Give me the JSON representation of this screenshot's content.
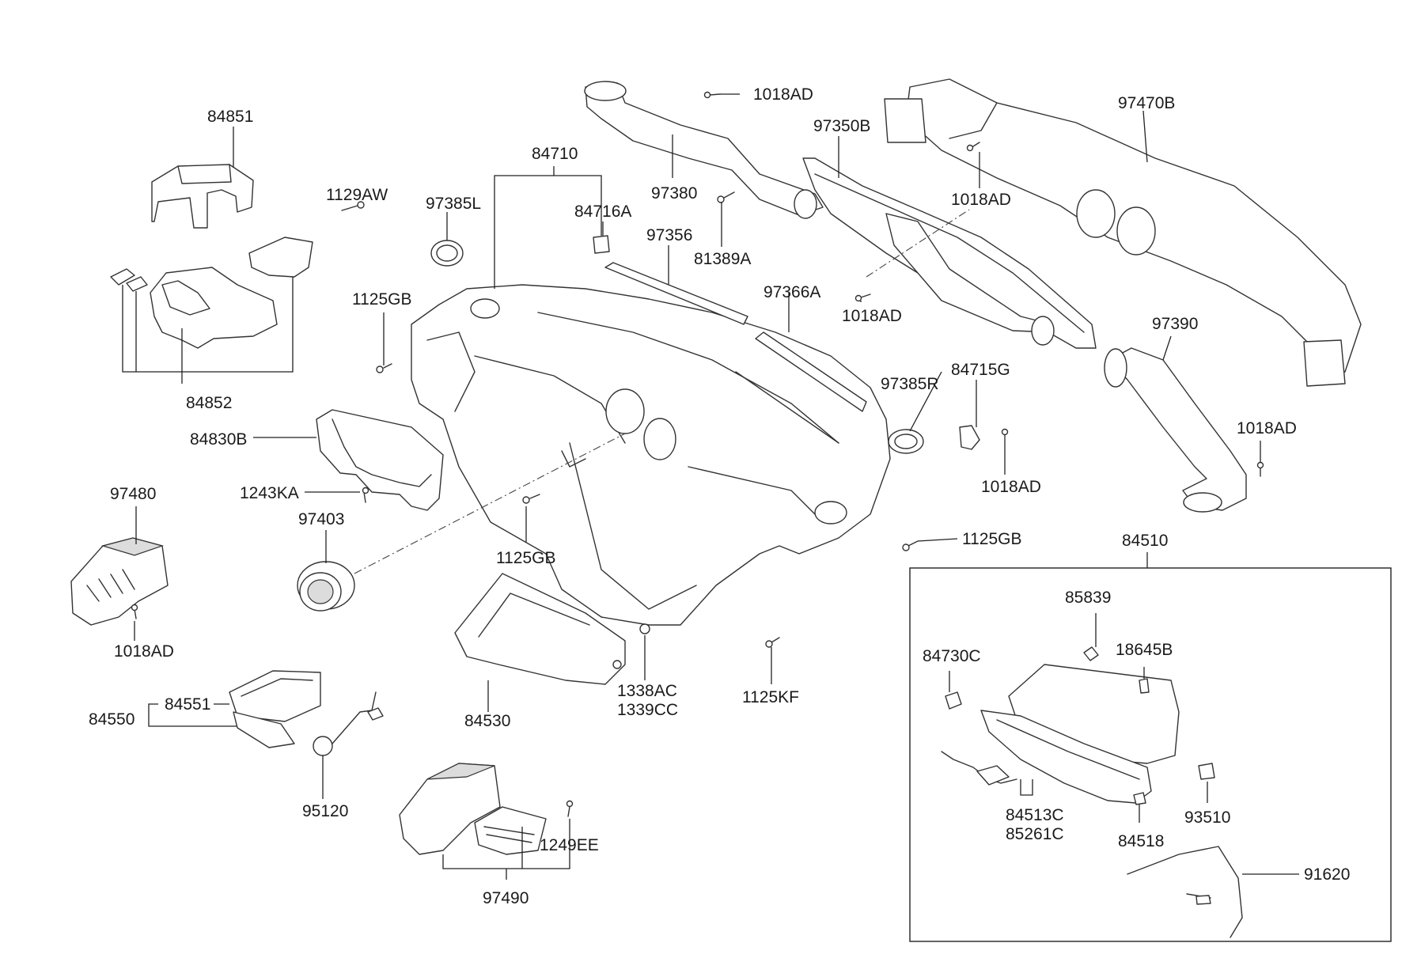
{
  "diagram": {
    "part_labels": {
      "p84851": "84851",
      "p1129AW": "1129AW",
      "p84852": "84852",
      "p84830B": "84830B",
      "p1243KA": "1243KA",
      "p97480": "97480",
      "p97403": "97403",
      "p1018AD_a": "1018AD",
      "p84551": "84551",
      "p84550": "84550",
      "p95120": "95120",
      "p97385L": "97385L",
      "p1125GB_a": "1125GB",
      "p84710": "84710",
      "p84716A": "84716A",
      "p97356": "97356",
      "p1125GB_b": "1125GB",
      "p84530": "84530",
      "p1338AC": "1338AC",
      "p1339CC": "1339CC",
      "p1249EE": "1249EE",
      "p97490": "97490",
      "p1018AD_b": "1018AD",
      "p97380": "97380",
      "p81389A": "81389A",
      "p97350B": "97350B",
      "p97366A": "97366A",
      "p1018AD_c": "1018AD",
      "p97385R": "97385R",
      "p84715G": "84715G",
      "p1018AD_d": "1018AD",
      "p1125KF": "1125KF",
      "p1125GB_c": "1125GB",
      "p97470B": "97470B",
      "p1018AD_e": "1018AD",
      "p97390": "97390",
      "p1018AD_f": "1018AD",
      "p84510": "84510",
      "p85839": "85839",
      "p84730C": "84730C",
      "p18645B": "18645B",
      "p84513C": "84513C",
      "p85261C": "85261C",
      "p84518": "84518",
      "p93510": "93510",
      "p91620": "91620"
    }
  }
}
